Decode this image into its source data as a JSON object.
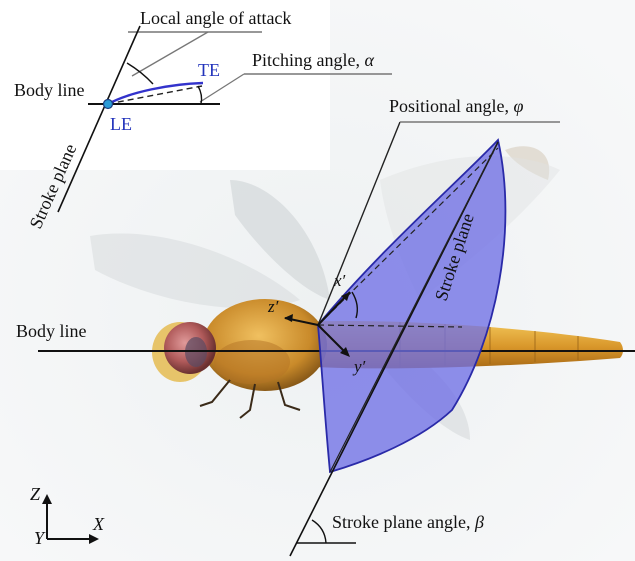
{
  "labels": {
    "local_angle_of_attack": "Local angle of attack",
    "te": "TE",
    "le": "LE",
    "pitching_angle_text": "Pitching angle, ",
    "pitching_angle_symbol": "α",
    "body_line_top": "Body line",
    "stroke_plane_left": "Stroke plane",
    "positional_angle_text": "Positional angle, ",
    "positional_angle_symbol": "φ",
    "stroke_plane_wing": "Stroke plane",
    "body_line_main": "Body line",
    "x_prime": "x′",
    "z_prime": "z′",
    "y_prime": "y′",
    "stroke_plane_angle_text": "Stroke plane angle, ",
    "stroke_plane_angle_symbol": "β",
    "axis_z": "Z",
    "axis_y": "Y",
    "axis_x": "X"
  },
  "colors": {
    "wing_fill": "#6f6fe6",
    "leading_edge": "#2a2aa8",
    "airfoil_blue": "#3333cc",
    "body_orange": "#e0a43a",
    "background": "#f4f6f7"
  }
}
